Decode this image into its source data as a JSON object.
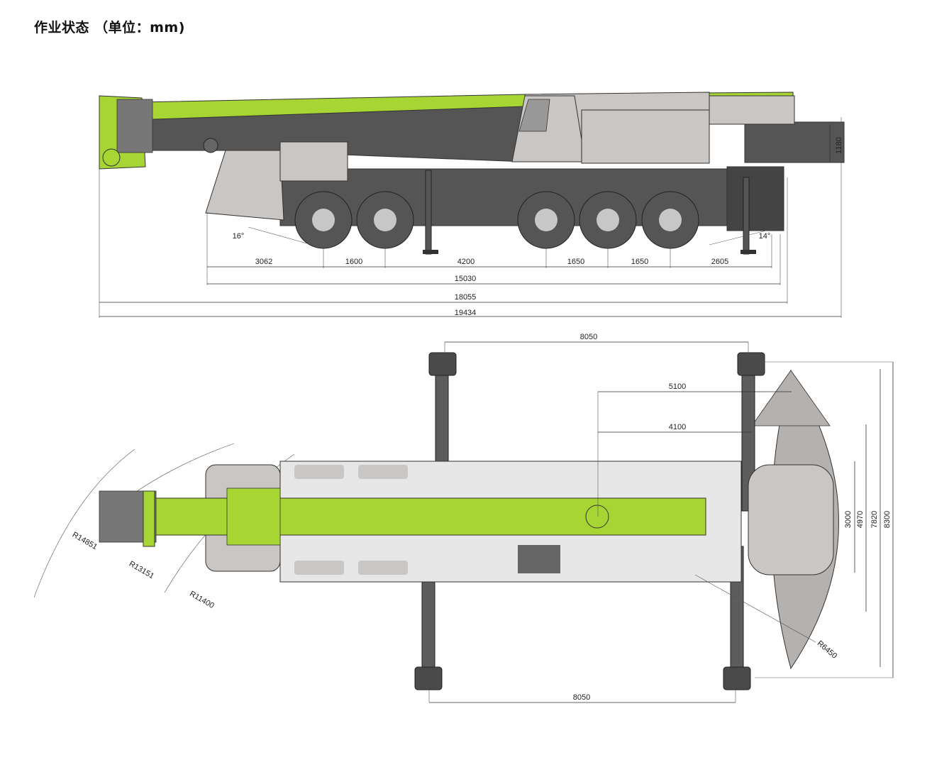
{
  "header": {
    "title": "作业状态 （单位：mm)"
  },
  "colors": {
    "green": "#a6d534",
    "dark": "#5d5d5d",
    "grey": "#b4b1ae",
    "light": "#e7e7e7",
    "outline": "#333333"
  },
  "side_view": {
    "dims": {
      "d3062": "3062",
      "d1600": "1600",
      "d4200": "4200",
      "d1650a": "1650",
      "d1650b": "1650",
      "d2605": "2605",
      "d15030": "15030",
      "d18055": "18055",
      "d19434": "19434",
      "d1180": "1180",
      "angle_front": "16°",
      "angle_rear": "14°"
    }
  },
  "top_view": {
    "dims": {
      "w8050_top": "8050",
      "w8050_bottom": "8050",
      "d5100": "5100",
      "d4100": "4100",
      "d3000": "3000",
      "d4970": "4970",
      "d7820": "7820",
      "d8300": "8300",
      "r6450": "R6450",
      "r14851": "R14851",
      "r13151": "R13151",
      "r11400": "R11400"
    }
  }
}
